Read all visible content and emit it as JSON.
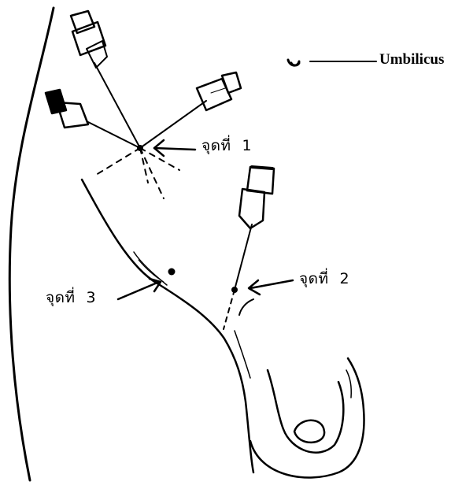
{
  "labels": {
    "point1": {
      "text": "จุดที่",
      "num": "1"
    },
    "point2": {
      "text": "จุดที่",
      "num": "2"
    },
    "point3": {
      "text": "จุดที่",
      "num": "3"
    },
    "umbilicus": "Umbilicus"
  },
  "colors": {
    "ink": "#000000",
    "paper": "#ffffff"
  }
}
